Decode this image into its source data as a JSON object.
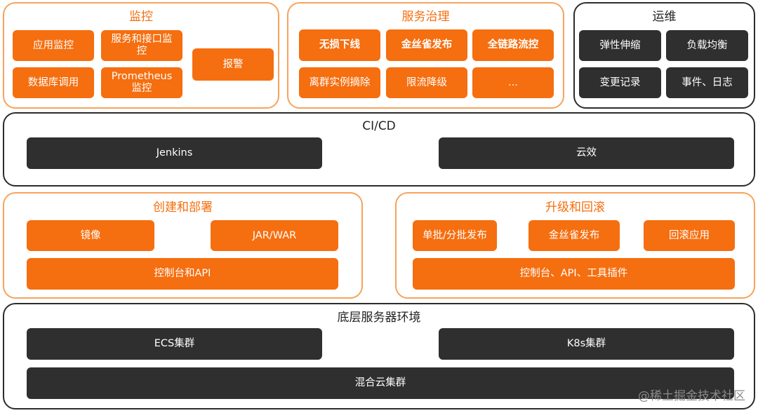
{
  "monitoring": {
    "title": "监控",
    "items": [
      "应用监控",
      "服务和接口监控",
      "报警",
      "数据库调用",
      "Prometheus监控"
    ]
  },
  "governance": {
    "title": "服务治理",
    "items": [
      "无损下线",
      "金丝雀发布",
      "全链路流控",
      "离群实例摘除",
      "限流降级",
      "..."
    ]
  },
  "ops": {
    "title": "运维",
    "items": [
      "弹性伸缩",
      "负载均衡",
      "变更记录",
      "事件、日志"
    ]
  },
  "cicd": {
    "title": "CI/CD",
    "items": [
      "Jenkins",
      "云效"
    ]
  },
  "deploy": {
    "title": "创建和部署",
    "items": [
      "镜像",
      "JAR/WAR",
      "控制台和API"
    ]
  },
  "upgrade": {
    "title": "升级和回滚",
    "items": [
      "单批/分批发布",
      "金丝雀发布",
      "回滚应用",
      "控制台、API、工具插件"
    ]
  },
  "infra": {
    "title": "底层服务器环境",
    "items": [
      "ECS集群",
      "K8s集群",
      "混合云集群"
    ]
  },
  "watermark": "@稀土掘金技术社区",
  "colors": {
    "orange": "#f56e0f",
    "orange_border": "#f7a35c",
    "dark": "#2f2f2f"
  }
}
